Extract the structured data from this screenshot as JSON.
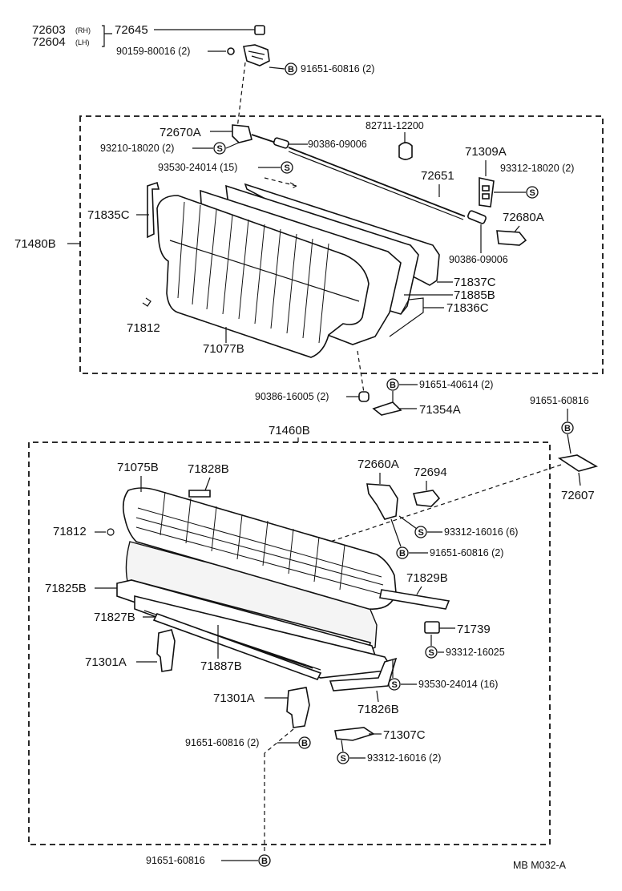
{
  "groups": {
    "upper_assembly": "71480B",
    "lower_assembly": "71460B"
  },
  "symbols": {
    "bolt": "B",
    "screw": "S"
  },
  "labels": {
    "l72603": "72603",
    "rh": "(RH)",
    "l72604": "72604",
    "lh": "(LH)",
    "l72645": "72645",
    "l90159": "90159-80016 (2)",
    "l91651a": "91651-60816 (2)",
    "l72670A": "72670A",
    "l93210": "93210-18020 (2)",
    "l90386a": "90386-09006",
    "l82711": "82711-12200",
    "l71309A": "71309A",
    "l93312a": "93312-18020 (2)",
    "l93530a": "93530-24014 (15)",
    "l72651": "72651",
    "l71835C": "71835C",
    "l72680A": "72680A",
    "l90386b": "90386-09006",
    "l71837C": "71837C",
    "l71885B": "71885B",
    "l71836C": "71836C",
    "l71812a": "71812",
    "l71077B": "71077B",
    "l90386c": "90386-16005 (2)",
    "l91651b": "91651-40614 (2)",
    "l71354A": "71354A",
    "l91651c": "91651-60816",
    "l72607": "72607",
    "l71075B": "71075B",
    "l71828B": "71828B",
    "l72660A": "72660A",
    "l72694": "72694",
    "l71812b": "71812",
    "l93312b": "93312-16016 (6)",
    "l91651d": "91651-60816 (2)",
    "l71825B": "71825B",
    "l71829B": "71829B",
    "l71827B": "71827B",
    "l71739": "71739",
    "l93312c": "93312-16025",
    "l71301Aa": "71301A",
    "l71887B": "71887B",
    "l93530b": "93530-24014 (16)",
    "l71301Ab": "71301A",
    "l71826B": "71826B",
    "l91651e": "91651-60816 (2)",
    "l71307C": "71307C",
    "l93312d": "93312-16016 (2)",
    "l91651f": "91651-60816"
  },
  "footer": {
    "code": "MB  M032-A"
  }
}
